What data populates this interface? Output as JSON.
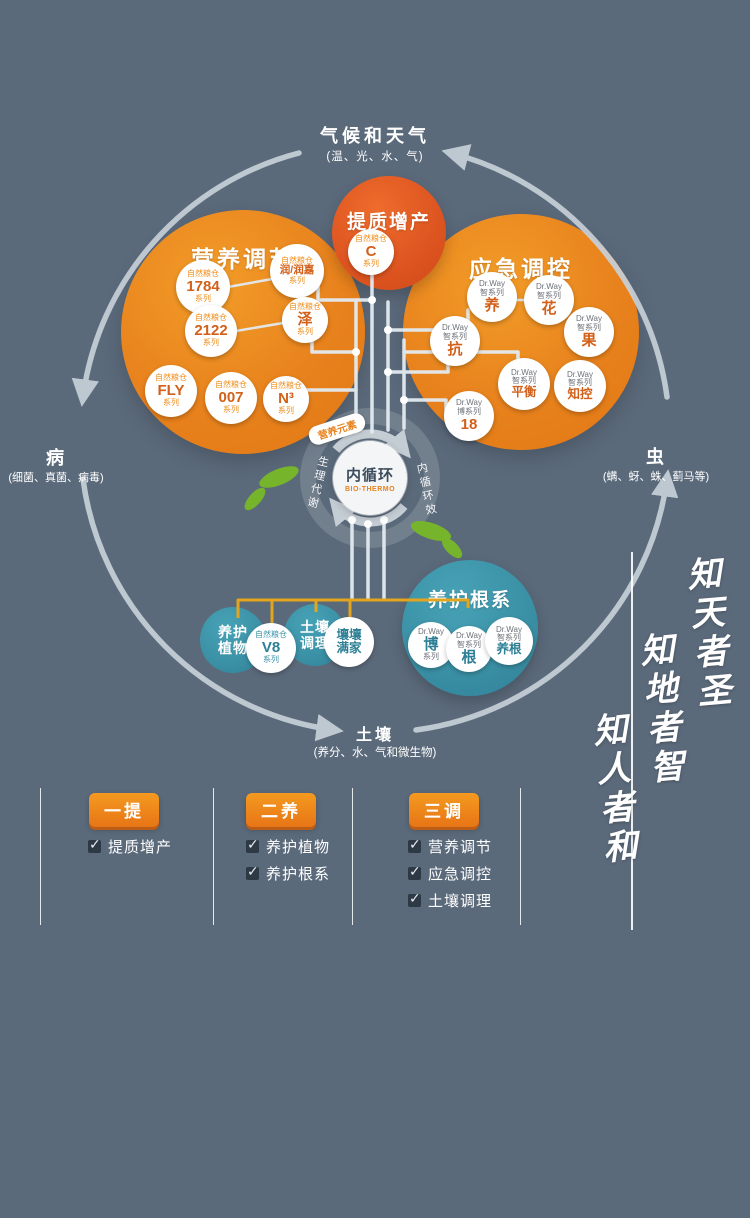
{
  "colors": {
    "background": "#5b6a7b",
    "orange": "#e8821d",
    "red_orange": "#dd5420",
    "teal": "#3a8fa4",
    "ring": "#c7d0d8",
    "line": "#e3ebf1",
    "yellow": "#e3a41e",
    "green": "#76b42b"
  },
  "cycle": {
    "top": {
      "title": "气候和天气",
      "subtitle": "(温、光、水、气)"
    },
    "left": {
      "title": "病",
      "subtitle": "(细菌、真菌、病毒)"
    },
    "right": {
      "title": "虫",
      "subtitle": "(螨、蚜、蛛、蓟马等)"
    },
    "bottom": {
      "title": "土壤",
      "subtitle": "(养分、水、气和微生物)"
    }
  },
  "center": {
    "title": "内循环",
    "subtitle": "BIO-THERMO",
    "label_top": "营养元素",
    "label_left": "生理代谢",
    "label_right": "内循环效"
  },
  "groups": {
    "tizhizengchan": {
      "title": "提质增产",
      "item": {
        "t1": "自然粮仓",
        "main": "C",
        "t3": "系列"
      }
    },
    "yingyangtiaojie": {
      "title": "营养调节",
      "items": [
        {
          "t1": "自然粮仓",
          "main": "1784",
          "t3": "系列"
        },
        {
          "t1": "自然粮仓",
          "main": "润/润嘉",
          "t3": "系列"
        },
        {
          "t1": "自然粮仓",
          "main": "2122",
          "t3": "系列"
        },
        {
          "t1": "自然粮仓",
          "main": "泽",
          "t3": "系列"
        },
        {
          "t1": "自然粮仓",
          "main": "FLY",
          "t3": "系列"
        },
        {
          "t1": "自然粮仓",
          "main": "007",
          "t3": "系列"
        },
        {
          "t1": "自然粮仓",
          "main": "N³",
          "t3": "系列"
        }
      ]
    },
    "yingjitiaokong": {
      "title": "应急调控",
      "items": [
        {
          "t1": "Dr.Way",
          "t2": "智系列",
          "main": "养"
        },
        {
          "t1": "Dr.Way",
          "t2": "智系列",
          "main": "花"
        },
        {
          "t1": "Dr.Way",
          "t2": "智系列",
          "main": "果"
        },
        {
          "t1": "Dr.Way",
          "t2": "智系列",
          "main": "抗"
        },
        {
          "t1": "Dr.Way",
          "t2": "智系列",
          "main": "平衡"
        },
        {
          "t1": "Dr.Way",
          "t2": "智系列",
          "main": "知控"
        },
        {
          "t1": "Dr.Way",
          "t2": "博系列",
          "main": "18"
        }
      ]
    },
    "yanghugenxi": {
      "title": "养护根系",
      "items": [
        {
          "t1": "Dr.Way",
          "main": "博",
          "t3": "系列"
        },
        {
          "t1": "Dr.Way",
          "t2": "智系列",
          "main": "根"
        },
        {
          "t1": "Dr.Way",
          "t2": "智系列",
          "main": "养根"
        }
      ]
    },
    "yanghuzhiwu": {
      "line1": "养护",
      "line2": "植物"
    },
    "v8": {
      "t1": "自然粮仓",
      "main": "V8",
      "t3": "系列"
    },
    "turangtiaoli": {
      "line1": "土壤",
      "line2": "调理"
    },
    "rangrangmanjia": {
      "line1": "壤壤",
      "line2": "满家"
    }
  },
  "legend": {
    "sections": [
      {
        "button": "一提",
        "items": [
          "提质增产"
        ]
      },
      {
        "button": "二养",
        "items": [
          "养护植物",
          "养护根系"
        ]
      },
      {
        "button": "三调",
        "items": [
          "营养调节",
          "应急调控",
          "土壤调理"
        ]
      }
    ]
  },
  "calligraphy": {
    "col1": "知天者圣",
    "col2": "知地者智",
    "col3": "知人者和"
  }
}
